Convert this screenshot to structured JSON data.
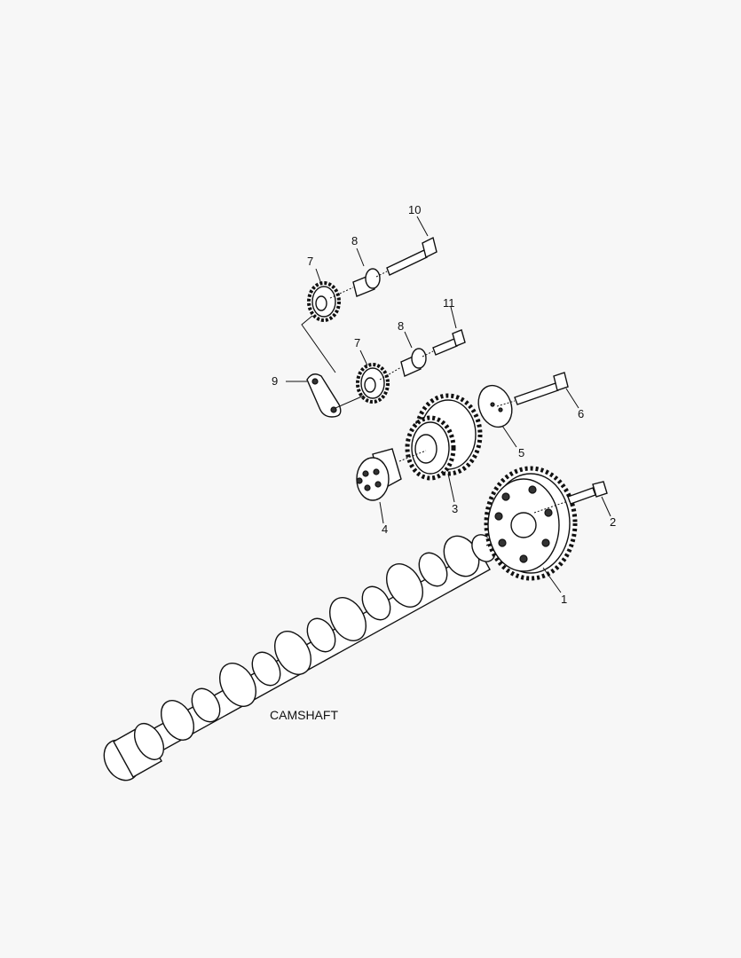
{
  "diagram": {
    "title": "CAMSHAFT",
    "callouts": [
      "1",
      "2",
      "3",
      "4",
      "5",
      "6",
      "7",
      "7",
      "8",
      "8",
      "9",
      "10",
      "11"
    ],
    "colors": {
      "line": "#111111",
      "background": "#f7f7f7",
      "part_fill": "#ffffff"
    }
  }
}
